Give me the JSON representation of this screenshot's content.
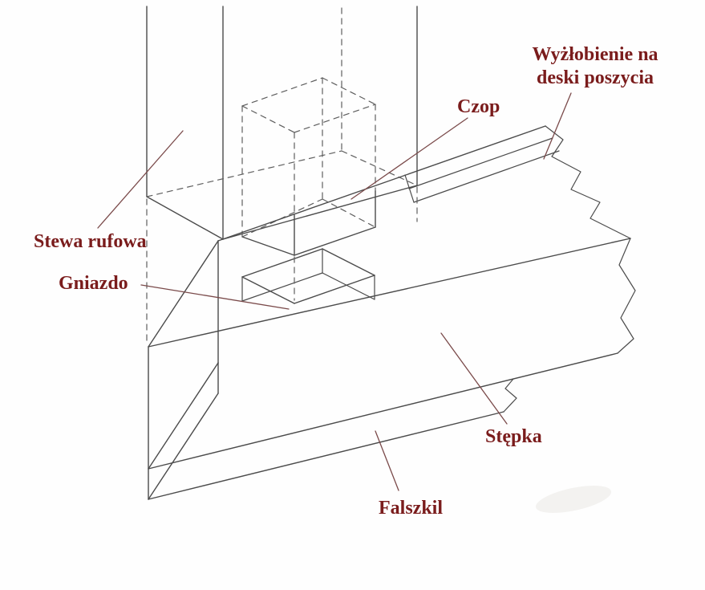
{
  "diagram": {
    "labels": {
      "stern_post": "Stewa rufowa",
      "tenon": "Czop",
      "mortise": "Gniazdo",
      "planking_rabbet_line1": "Wyżłobienie na",
      "planking_rabbet_line2": "deski poszycia",
      "keel": "Stępka",
      "false_keel": "Falszkil"
    },
    "colors": {
      "label": "#7a1c1c",
      "line": "#4b4b4b",
      "dashed": "#5e5e5e",
      "leader": "#7a4a4a",
      "background": "#fefefe"
    }
  }
}
